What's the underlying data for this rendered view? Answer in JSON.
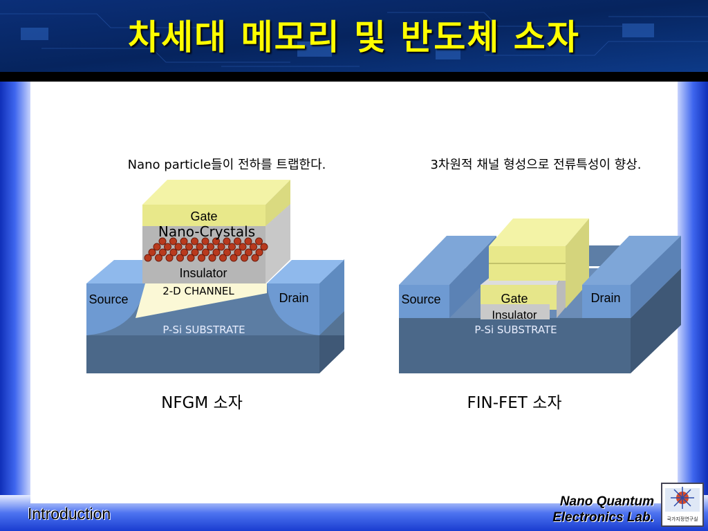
{
  "title": "차세대 메모리 및 반도체 소자",
  "left_device": {
    "caption": "Nano particle들이 전하를 트랩한다.",
    "gate": "Gate",
    "nano_crystals": "Nano-Crystals",
    "insulator": "Insulator",
    "channel": "2-D CHANNEL",
    "source": "Source",
    "drain": "Drain",
    "substrate": "P-Si SUBSTRATE",
    "name": "NFGM 소자"
  },
  "right_device": {
    "caption": "3차원적 채널 형성으로 전류특성이 향상.",
    "gate": "Gate",
    "insulator": "Insulator",
    "source": "Source",
    "drain": "Drain",
    "substrate": "P-Si SUBSTRATE",
    "name": "FIN-FET 소자"
  },
  "footer": {
    "section": "Introduction",
    "lab_line1": "Nano Quantum",
    "lab_line2": "Electronics Lab.",
    "logo_text": "국가지정연구실"
  },
  "colors": {
    "title": "#ffff00",
    "gate": "#eeee88",
    "insulator": "#b8b8b8",
    "nanocrystal": "#b83a1e",
    "substrate": "#4a6585",
    "source_drain": "#6e9ad2"
  }
}
